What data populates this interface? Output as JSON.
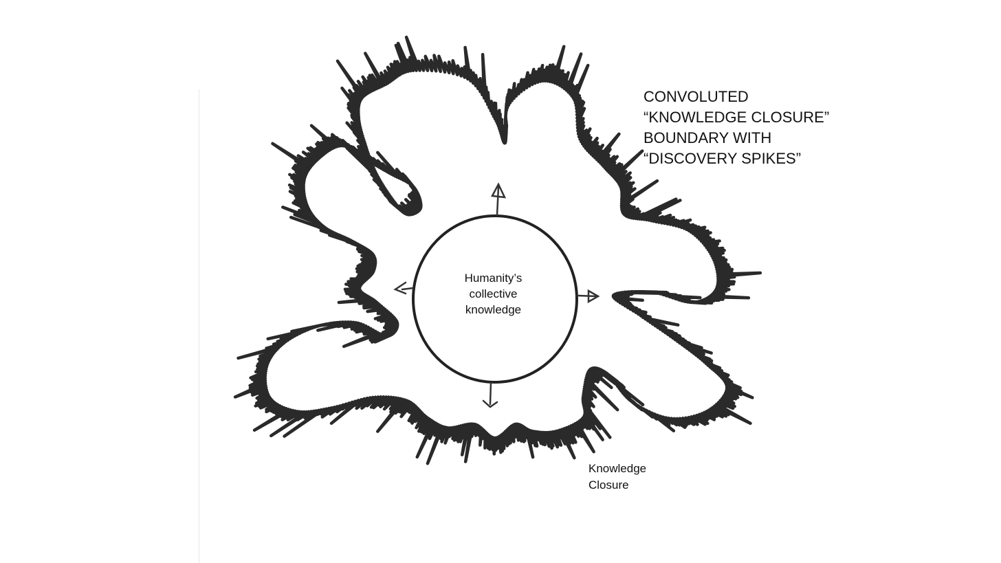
{
  "title_lines": [
    "CONVOLUTED",
    "“KNOWLEDGE CLOSURE”",
    "BOUNDARY WITH",
    "“DISCOVERY SPIKES”"
  ],
  "center_label_lines": [
    "Humanity’s",
    "collective",
    "knowledge"
  ],
  "closure_label_lines": [
    "Knowledge",
    "Closure"
  ],
  "colors": {
    "ink": "#2a2a2a",
    "text": "#111111",
    "background": "#ffffff"
  }
}
